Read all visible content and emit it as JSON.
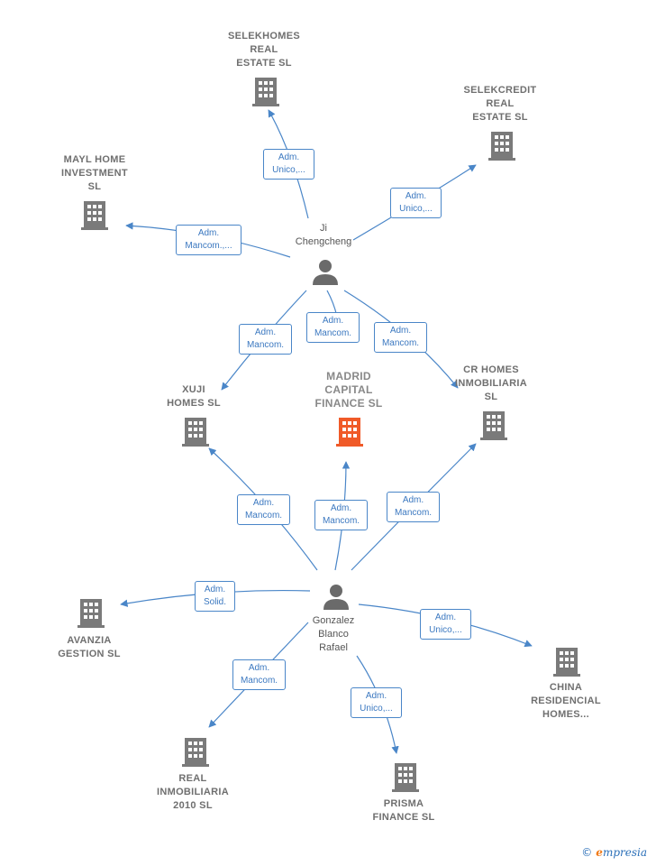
{
  "companies": {
    "selekhomes": [
      "SELEKHOMES",
      "REAL",
      "ESTATE  SL"
    ],
    "selekcredit": [
      "SELEKCREDIT",
      "REAL",
      "ESTATE  SL"
    ],
    "mayl": [
      "MAYL HOME",
      "INVESTMENT",
      "SL"
    ],
    "madrid": [
      "MADRID",
      "CAPITAL",
      "FINANCE  SL"
    ],
    "xuji": [
      "XUJI",
      "HOMES  SL"
    ],
    "crhomes": [
      "CR HOMES",
      "INMOBILIARIA",
      "SL"
    ],
    "avanzia": [
      "AVANZIA",
      "GESTION SL"
    ],
    "china": [
      "CHINA",
      "RESIDENCIAL",
      "HOMES..."
    ],
    "real2010": [
      "REAL",
      "INMOBILIARIA",
      "2010  SL"
    ],
    "prisma": [
      "PRISMA",
      "FINANCE  SL"
    ]
  },
  "persons": {
    "ji": [
      "Ji",
      "Chengcheng"
    ],
    "gonzalez": [
      "Gonzalez",
      "Blanco",
      "Rafael"
    ]
  },
  "edges": {
    "ji_selekhomes": [
      "Adm.",
      "Unico,..."
    ],
    "ji_selekcredit": [
      "Adm.",
      "Unico,..."
    ],
    "ji_mayl": [
      "Adm.",
      "Mancom.,..."
    ],
    "ji_xuji": [
      "Adm.",
      "Mancom."
    ],
    "ji_madrid": [
      "Adm.",
      "Mancom."
    ],
    "ji_crhomes": [
      "Adm.",
      "Mancom."
    ],
    "g_xuji": [
      "Adm.",
      "Mancom."
    ],
    "g_madrid": [
      "Adm.",
      "Mancom."
    ],
    "g_crhomes": [
      "Adm.",
      "Mancom."
    ],
    "g_avanzia": [
      "Adm.",
      "Solid."
    ],
    "g_china": [
      "Adm.",
      "Unico,..."
    ],
    "g_real2010": [
      "Adm.",
      "Mancom."
    ],
    "g_prisma": [
      "Adm.",
      "Unico,..."
    ]
  },
  "colors": {
    "edge": "#4a86c8",
    "building": "#7a7a7a",
    "building_highlight": "#f05a28",
    "person": "#6a6a6a"
  },
  "icons": {
    "company": "building-icon",
    "person": "person-icon"
  },
  "brand": {
    "copyright": "©",
    "initial": "e",
    "rest": "mpresia"
  }
}
